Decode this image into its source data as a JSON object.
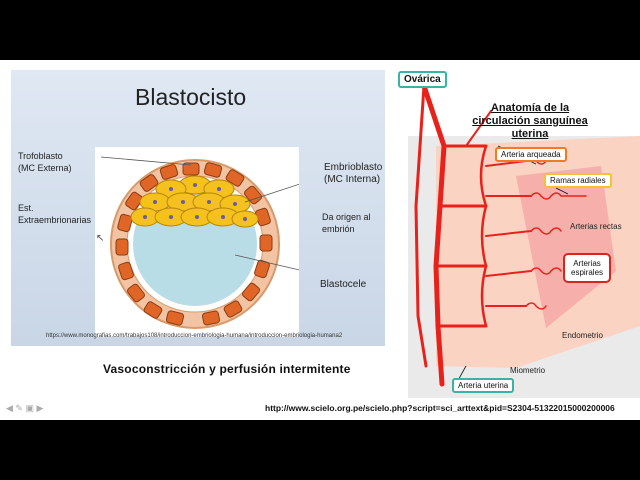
{
  "slide_left": {
    "title": "Blastocisto",
    "labels": {
      "trofoblasto": "Trofoblasto",
      "trofoblasto_sub": "(MC Externa)",
      "est": "Est.",
      "est_sub": "Extraembrionarias",
      "embrioblasto": "Embrioblasto",
      "embrioblasto_sub": "(MC Interna)",
      "origen": "Da origen al",
      "origen_sub": "embrión",
      "blastocele": "Blastocele"
    },
    "source": "https://www.monografias.com/trabajos108/introduccion-embriologia-humana/introduccion-embriologia-humana2"
  },
  "caption": "Vasoconstricción y perfusión intermitente",
  "slide_right": {
    "ovaricas": "Ovárica",
    "title_line1": "Anatomía de la",
    "title_line2": "circulación sanguínea",
    "title_line3": "uterina",
    "arteria_arqueada": "Arteria arqueada",
    "ramas_radiales": "Ramas radiales",
    "arterias_rectas": "Arterias rectas",
    "arterias": "Arterias",
    "espirales": "espirales",
    "endometrio": "Endometrio",
    "miometrio": "Miometrio",
    "arteria_uterina": "Arteria uterina"
  },
  "url": "http://www.scielo.org.pe/scielo.php?script=sci_arttext&pid=S2304-51322015000200006",
  "colors": {
    "artery": "#e8221b",
    "tissue_light": "#fbd3c3",
    "tissue_pink": "#f6a6a6",
    "orange_box": "#f07b20",
    "yellow_box": "#f1c232",
    "teal_box": "#39b3a3",
    "red_box": "#d9261c"
  }
}
